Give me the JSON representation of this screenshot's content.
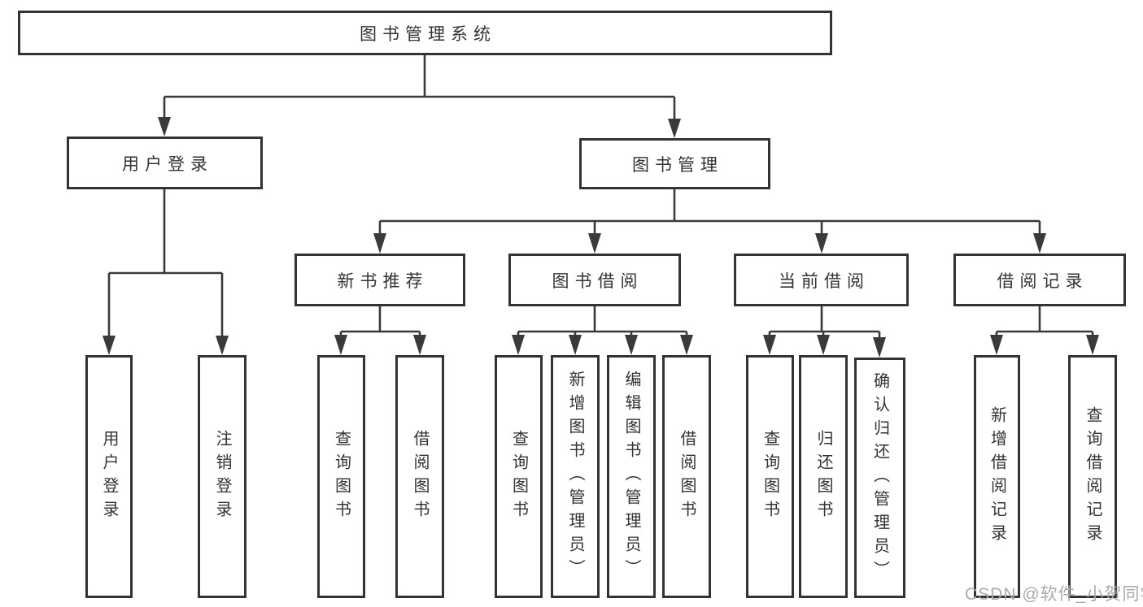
{
  "title": "图书管理系统",
  "tree": {
    "user_login": {
      "label": "用户登录",
      "children": [
        {
          "label": "用户登录"
        },
        {
          "label": "注销登录"
        }
      ]
    },
    "book_mgmt": {
      "label": "图书管理",
      "sections": {
        "new_book": {
          "label": "新书推荐",
          "children": [
            {
              "label": "查询图书"
            },
            {
              "label": "借阅图书"
            }
          ]
        },
        "borrow": {
          "label": "图书借阅",
          "children": [
            {
              "label": "查询图书"
            },
            {
              "label": "新增图书（管理员）"
            },
            {
              "label": "编辑图书（管理员）"
            },
            {
              "label": "借阅图书"
            }
          ]
        },
        "current": {
          "label": "当前借阅",
          "children": [
            {
              "label": "查询图书"
            },
            {
              "label": "归还图书"
            },
            {
              "label": "确认归还（管理员）"
            }
          ]
        },
        "records": {
          "label": "借阅记录",
          "children": [
            {
              "label": "新增借阅记录"
            },
            {
              "label": "查询借阅记录"
            }
          ]
        }
      }
    }
  },
  "watermark": {
    "text": "CSDN @软件_小贺同学"
  },
  "colors": {
    "line": "#3a3a3a",
    "border": "#333333",
    "text": "#333333",
    "watermark": "#aaaaaa",
    "background": "#ffffff"
  }
}
